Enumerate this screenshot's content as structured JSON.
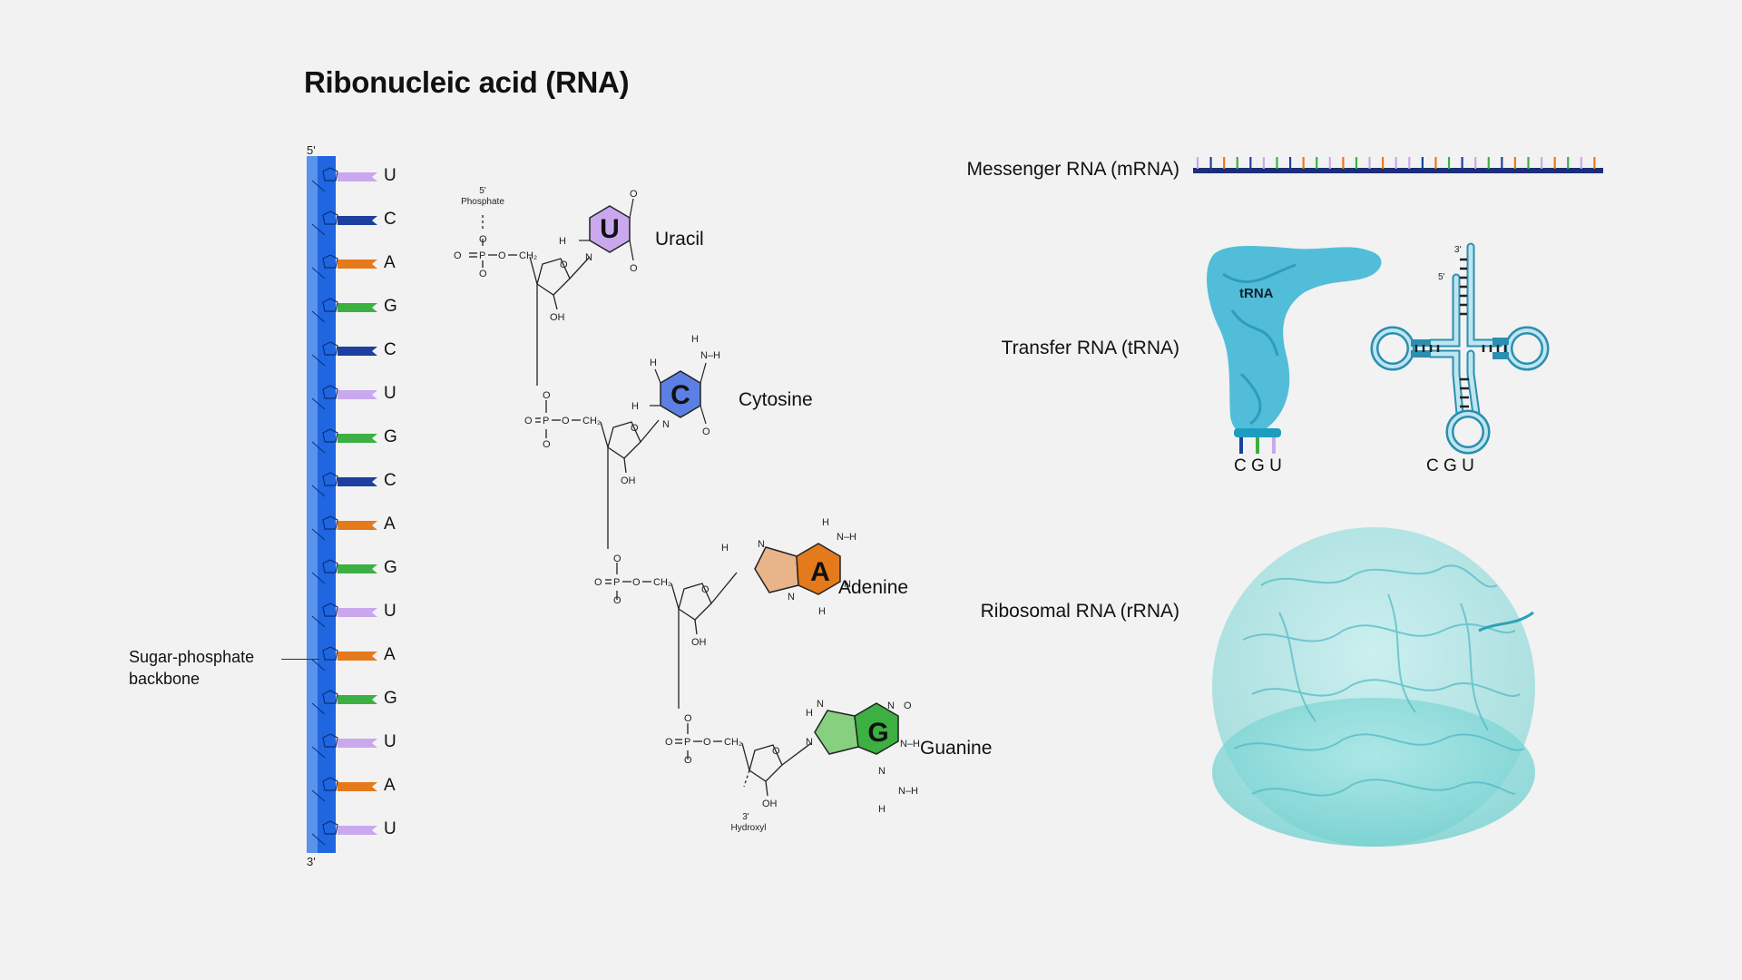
{
  "title": "Ribonucleic acid (RNA)",
  "strand": {
    "five_prime": "5'",
    "three_prime": "3'",
    "backbone_label_line1": "Sugar-phosphate",
    "backbone_label_line2": "backbone",
    "sequence": [
      "U",
      "C",
      "A",
      "G",
      "C",
      "U",
      "G",
      "C",
      "A",
      "G",
      "U",
      "A",
      "G",
      "U",
      "A",
      "U"
    ]
  },
  "base_colors": {
    "U": "#c9a8ee",
    "C": "#1c3fa0",
    "A": "#e57a1c",
    "G": "#3cb043"
  },
  "nucleotides": [
    {
      "letter": "U",
      "name": "Uracil",
      "color": "#c9a8ee"
    },
    {
      "letter": "C",
      "name": "Cytosine",
      "color": "#5b7fe3"
    },
    {
      "letter": "A",
      "name": "Adenine",
      "color": "#e57a1c"
    },
    {
      "letter": "G",
      "name": "Guanine",
      "color": "#3cb043"
    }
  ],
  "chem": {
    "phosphate_5_line1": "5'",
    "phosphate_5_line2": "Phosphate",
    "hydroxyl_3_line1": "3'",
    "hydroxyl_3_line2": "Hydroxyl"
  },
  "types": [
    {
      "label": "Messenger RNA (mRNA)"
    },
    {
      "label": "Transfer RNA (tRNA)",
      "model_label": "tRNA",
      "anticodon": [
        "C",
        "G",
        "U"
      ],
      "end3": "3'",
      "end5": "5'"
    },
    {
      "label": "Ribosomal RNA (rRNA)"
    }
  ],
  "colors": {
    "backbone": "#1f66e0",
    "backbone_light": "#5a93ec",
    "trna": "#3bb5d4",
    "rrna": "#8fdcdc"
  }
}
